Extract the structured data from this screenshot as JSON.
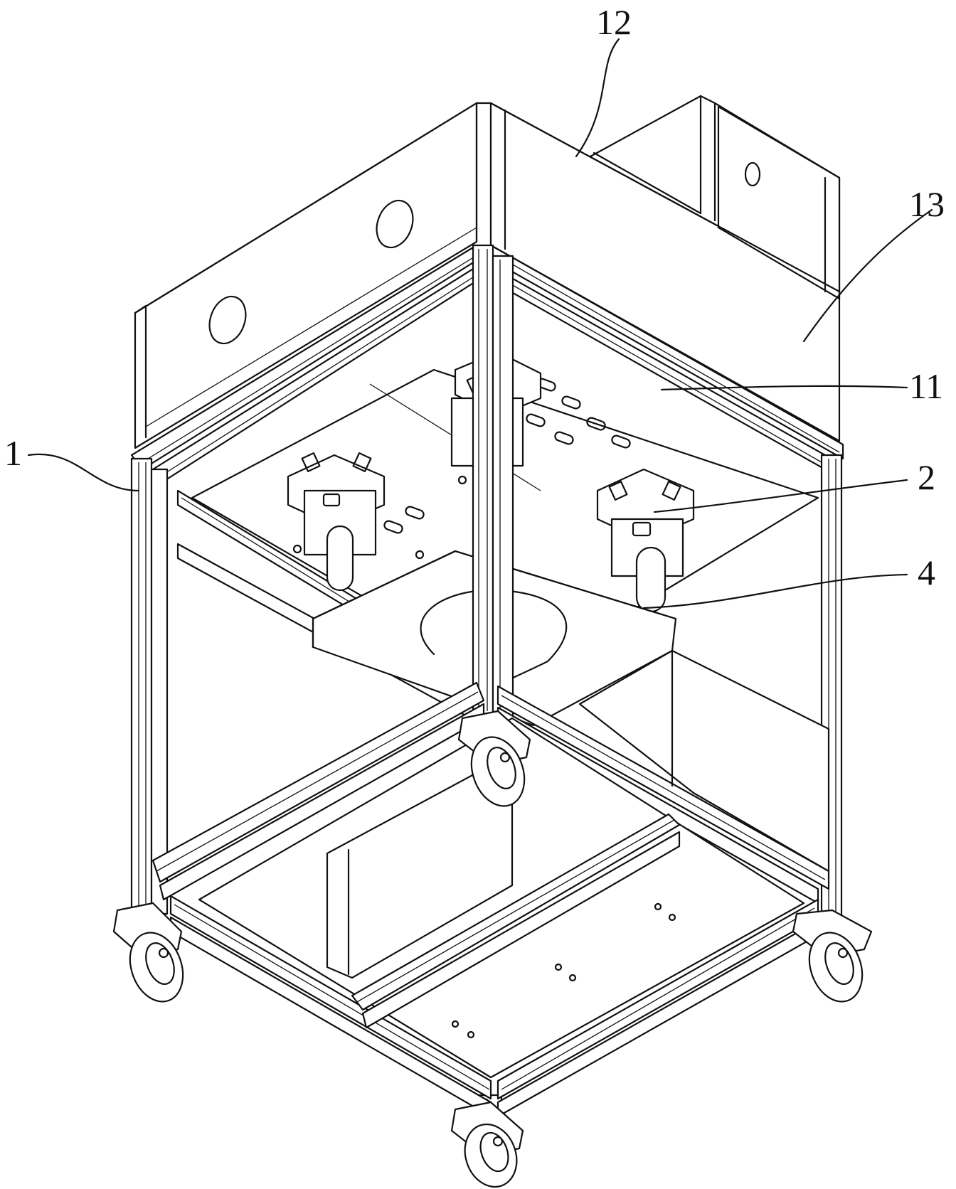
{
  "labels": {
    "ref_1": "1",
    "ref_2": "2",
    "ref_4": "4",
    "ref_11": "11",
    "ref_12": "12",
    "ref_13": "13"
  },
  "colors": {
    "stroke": "#111111",
    "background": "#ffffff"
  }
}
